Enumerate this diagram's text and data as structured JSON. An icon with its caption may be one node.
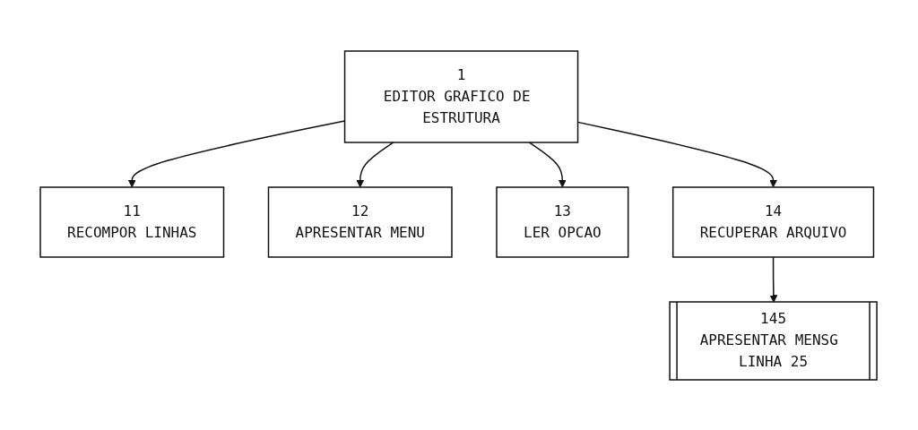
{
  "diagram": {
    "nodes": [
      {
        "text": [
          "1",
          "EDITOR GRAFICO DE ESTRUTURA"
        ]
      },
      {
        "text": [
          "11",
          "RECOMPOR LINHAS"
        ]
      },
      {
        "text": [
          "12",
          "APRESENTAR MENU"
        ]
      },
      {
        "text": [
          "13",
          "LER OPCAO"
        ]
      },
      {
        "text": [
          "14",
          "RECUPERAR ARQUIVO"
        ]
      },
      {
        "text": [
          "145",
          "APRESENTAR MENSG LINHA 25"
        ]
      }
    ],
    "edges": [
      {
        "from": 0,
        "to": 1,
        "arrow": "to"
      },
      {
        "from": 0,
        "to": 2,
        "arrow": "to"
      },
      {
        "from": 0,
        "to": 3,
        "arrow": "to"
      },
      {
        "from": 0,
        "to": 4,
        "arrow": "to"
      },
      {
        "from": 4,
        "to": 5,
        "arrow": "to"
      }
    ]
  }
}
